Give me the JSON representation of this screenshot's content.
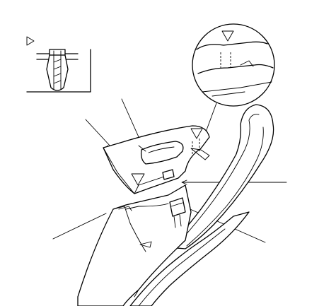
{
  "figure": {
    "background": "#ffffff",
    "line_color": "#000000",
    "components": [
      "clip-detail-inset",
      "magnified-clip-detail",
      "console-side-panel",
      "switch-opening",
      "door-armrest",
      "armrest-pull-handle",
      "door-lower-panel",
      "connector",
      "clip-marker-triangles",
      "callout-leaders"
    ],
    "text": []
  }
}
